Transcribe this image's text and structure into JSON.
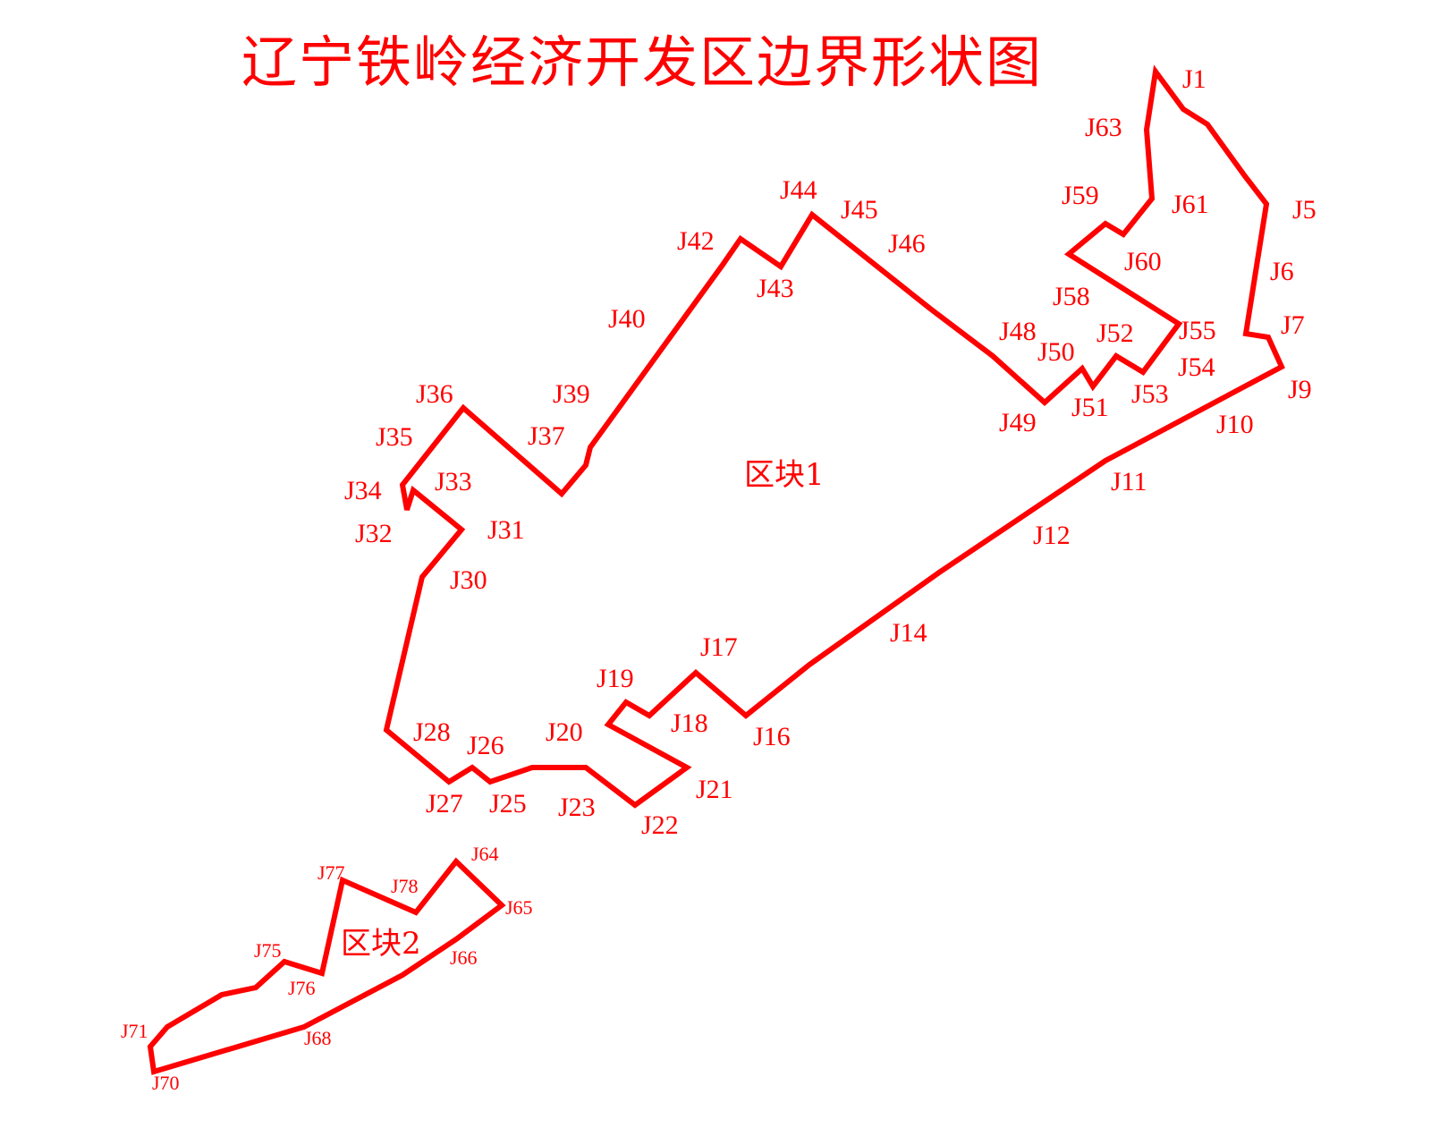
{
  "title": "辽宁铁岭经济开发区边界形状图",
  "colors": {
    "boundary": "#ff0000",
    "text": "#ff0000",
    "background": "#ffffff"
  },
  "blocks": [
    {
      "name": "区块1",
      "labels": [
        "J1",
        "J5",
        "J6",
        "J7",
        "J9",
        "J10",
        "J11",
        "J12",
        "J14",
        "J16",
        "J17",
        "J18",
        "J19",
        "J20",
        "J21",
        "J22",
        "J23",
        "J25",
        "J26",
        "J27",
        "J28",
        "J30",
        "J31",
        "J32",
        "J33",
        "J34",
        "J35",
        "J36",
        "J37",
        "J39",
        "J40",
        "J42",
        "J43",
        "J44",
        "J45",
        "J46",
        "J48",
        "J49",
        "J50",
        "J51",
        "J52",
        "J53",
        "J54",
        "J55",
        "J58",
        "J59",
        "J60",
        "J61",
        "J63"
      ]
    },
    {
      "name": "区块2",
      "labels": [
        "J64",
        "J65",
        "J66",
        "J68",
        "J70",
        "J71",
        "J75",
        "J76",
        "J77",
        "J78"
      ]
    }
  ]
}
